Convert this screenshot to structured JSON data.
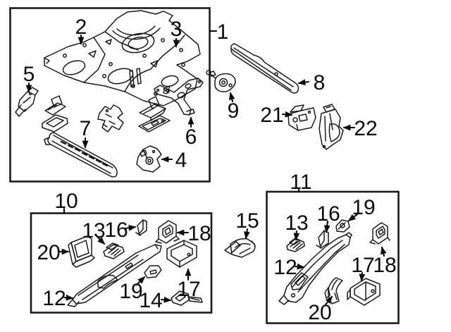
{
  "figure": {
    "type": "exploded-parts-diagram",
    "background": "#ffffff",
    "line_color": "#1a1a1a",
    "label_color": "#0a0a0a"
  },
  "groups": {
    "main_box": {
      "box_callout": "1",
      "callouts": [
        "2",
        "3",
        "5",
        "7",
        "6",
        "4"
      ]
    },
    "upper_right": {
      "callouts": [
        "8",
        "9",
        "21",
        "22"
      ]
    },
    "left_box": {
      "box_callout": "10",
      "callouts": [
        "20",
        "13",
        "16",
        "18",
        "19",
        "14",
        "17",
        "12"
      ]
    },
    "right_box": {
      "box_callout": "11",
      "callouts": [
        "13",
        "16",
        "19",
        "12",
        "17",
        "18",
        "20"
      ]
    },
    "standalone": {
      "callouts": [
        "15"
      ]
    }
  }
}
